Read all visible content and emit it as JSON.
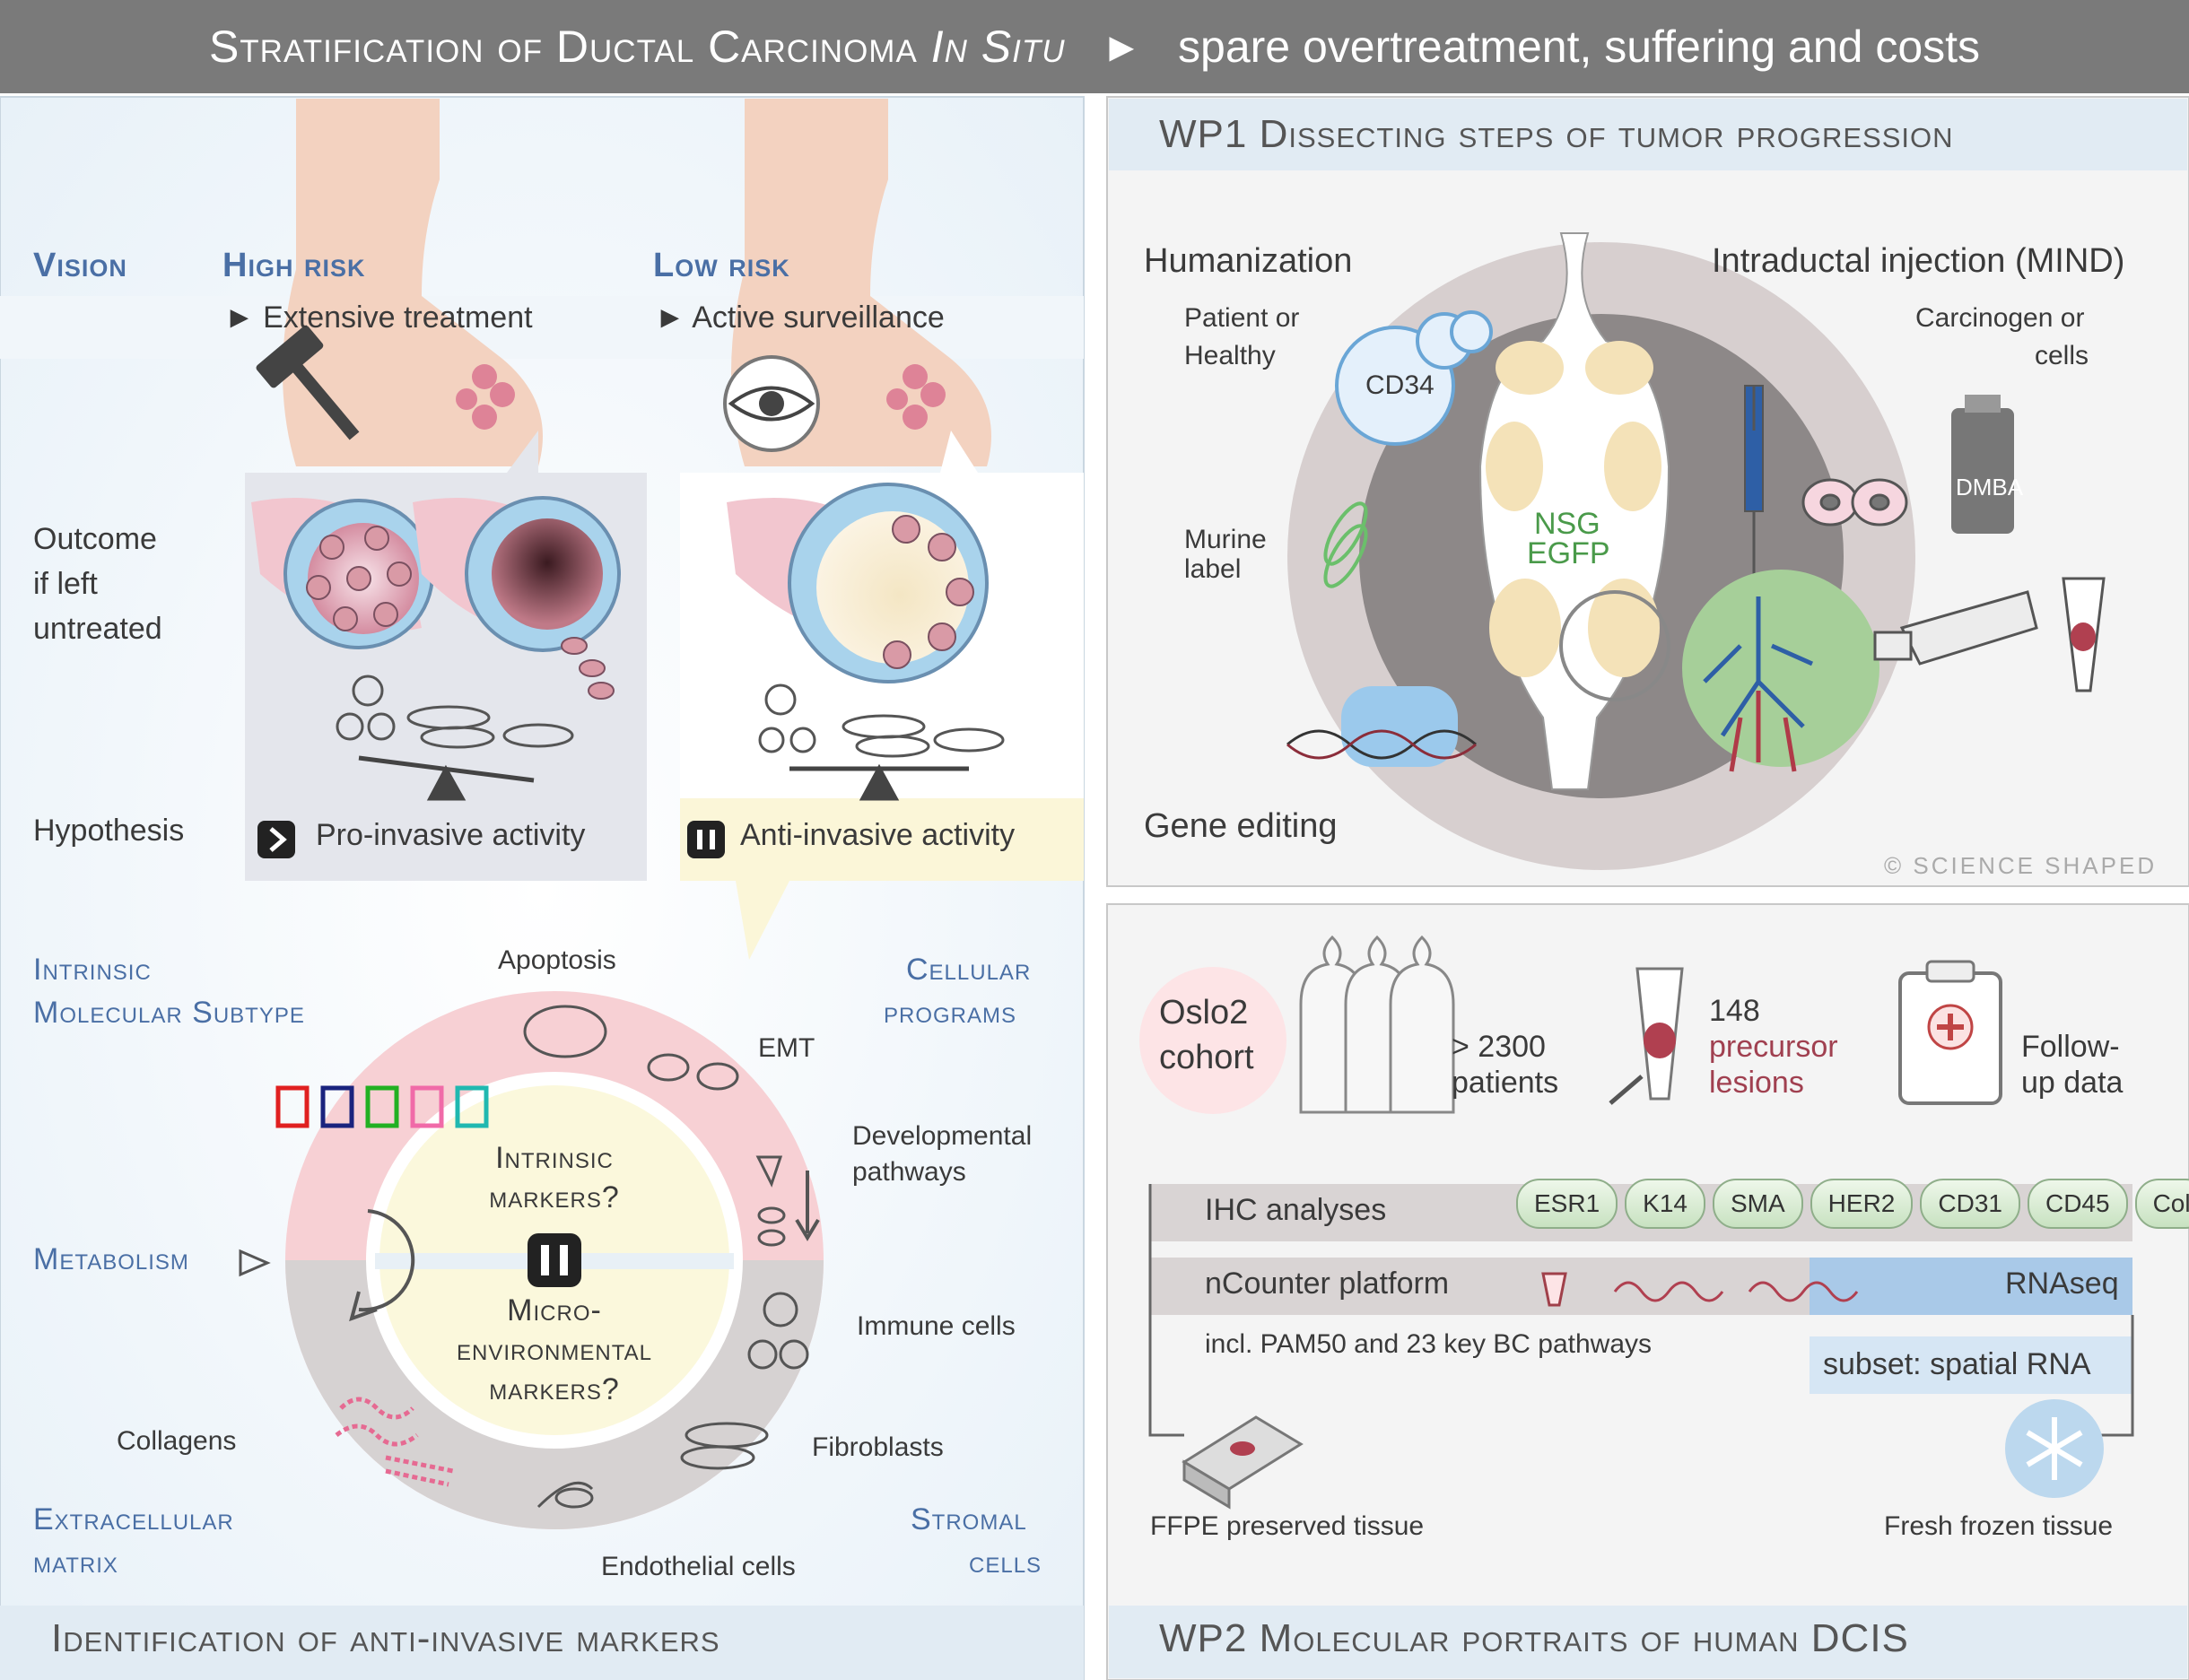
{
  "header": {
    "title_pre": "Stratification of Ductal Carcinoma ",
    "title_italic": "In Situ",
    "arrow": "►",
    "subtitle": "spare overtreatment, suffering and costs"
  },
  "left": {
    "vision": "Vision",
    "high_risk": "High risk",
    "high_treatment": "► Extensive treatment",
    "low_risk": "Low risk",
    "low_treatment": "► Active surveillance",
    "outcome_line1": "Outcome",
    "outcome_line2": "if left",
    "outcome_line3": "untreated",
    "hypothesis": "Hypothesis",
    "pro_invasive": "Pro-invasive activity",
    "anti_invasive": "Anti-invasive activity",
    "intrinsic_subtype_1": "Intrinsic",
    "intrinsic_subtype_2": "Molecular Subtype",
    "cellular_programs_1": "Cellular",
    "cellular_programs_2": "programs",
    "apoptosis": "Apoptosis",
    "emt": "EMT",
    "developmental_1": "Developmental",
    "developmental_2": "pathways",
    "metabolism": "Metabolism",
    "immune_cells": "Immune cells",
    "fibroblasts": "Fibroblasts",
    "collagens": "Collagens",
    "endothelial": "Endothelial cells",
    "ecm_1": "Extracellular",
    "ecm_2": "matrix",
    "stromal_1": "Stromal",
    "stromal_2": "cells",
    "intrinsic_markers_1": "Intrinsic",
    "intrinsic_markers_2": "markers?",
    "micro_1": "Micro-",
    "micro_2": "environmental",
    "micro_3": "markers?",
    "footer": "Identification of anti-invasive markers",
    "subtype_colors": [
      "#e02020",
      "#1a237e",
      "#22b022",
      "#f06aa8",
      "#20b8b0"
    ]
  },
  "wp1": {
    "title": "WP1 Dissecting steps of tumor progression",
    "humanization": "Humanization",
    "patient_1": "Patient or",
    "patient_2": "Healthy",
    "cd34": "CD34",
    "murine_1": "Murine",
    "murine_2": "label",
    "nsg": "NSG",
    "egfp": "EGFP",
    "gene_editing": "Gene editing",
    "intraductal": "Intraductal injection (MIND)",
    "carcinogen_1": "Carcinogen or",
    "carcinogen_2": "cells",
    "dmba": "DMBA",
    "copyright": "© SCIENCE SHAPED"
  },
  "wp2": {
    "oslo_1": "Oslo2",
    "oslo_2": "cohort",
    "patients_1": "> 2300",
    "patients_2": "patients",
    "lesions_1": "148",
    "lesions_2": "precursor",
    "lesions_3": "lesions",
    "followup_1": "Follow-",
    "followup_2": "up data",
    "ihc": "IHC analyses",
    "markers": [
      "ESR1",
      "K14",
      "SMA",
      "HER2",
      "CD31",
      "CD45",
      "Col"
    ],
    "more": "···",
    "ncounter": "nCounter platform",
    "rnaseq": "RNAseq",
    "incl": "incl. PAM50 and 23 key BC pathways",
    "spatial": "subset: spatial RNA",
    "ffpe": "FFPE preserved tissue",
    "frozen": "Fresh frozen tissue",
    "footer": "WP2 Molecular portraits of human DCIS"
  }
}
